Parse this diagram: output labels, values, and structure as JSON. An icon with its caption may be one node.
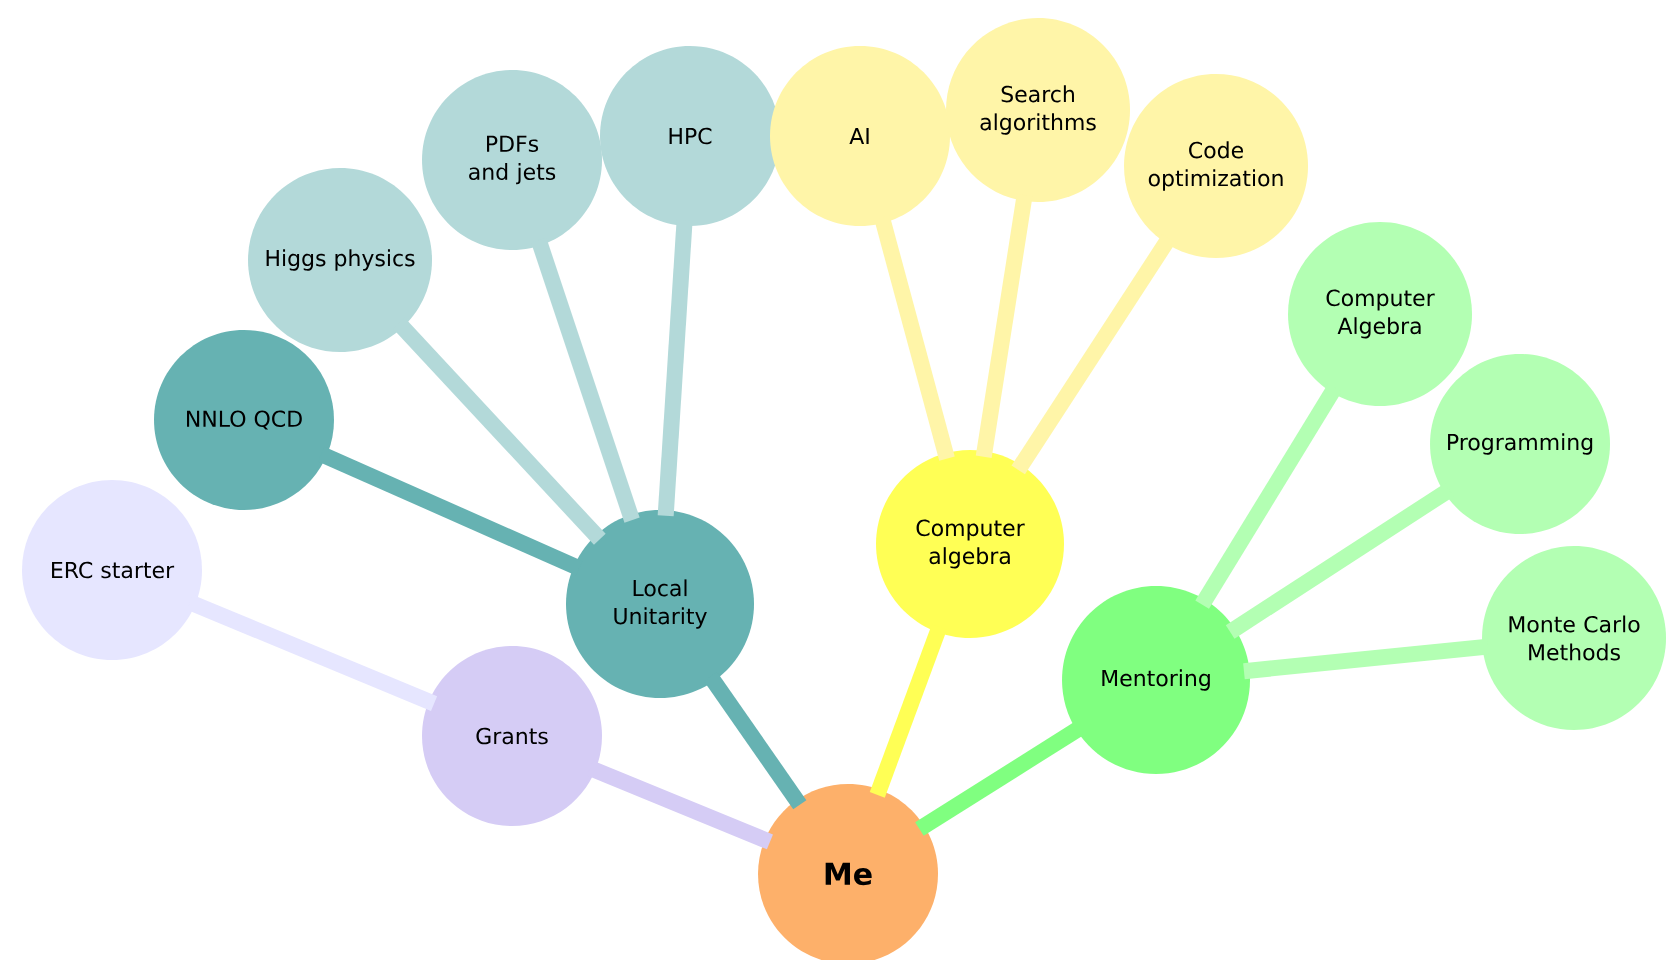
{
  "diagram": {
    "nodes": [
      {
        "text": [
          "Me"
        ]
      },
      {
        "text": [
          "Grants"
        ]
      },
      {
        "text": [
          "ERC starter"
        ]
      },
      {
        "text": [
          "Local Unitarity"
        ]
      },
      {
        "text": [
          "NNLO QCD"
        ]
      },
      {
        "text": [
          "Higgs physics"
        ]
      },
      {
        "text": [
          "PDFs and jets"
        ]
      },
      {
        "text": [
          "HPC"
        ]
      },
      {
        "text": [
          "Computer algebra"
        ]
      },
      {
        "text": [
          "AI"
        ]
      },
      {
        "text": [
          "Search algorithms"
        ]
      },
      {
        "text": [
          "Code optimization"
        ]
      },
      {
        "text": [
          "Mentoring"
        ]
      },
      {
        "text": [
          "Computer Algebra"
        ]
      },
      {
        "text": [
          "Programming"
        ]
      },
      {
        "text": [
          "Monte Carlo Methods"
        ]
      }
    ],
    "edges": [
      {
        "from": 0,
        "to": 1,
        "arrow": "none",
        "color": "#d5ccf5"
      },
      {
        "from": 1,
        "to": 2,
        "arrow": "none",
        "color": "#e6e6ff"
      },
      {
        "from": 0,
        "to": 3,
        "arrow": "none",
        "color": "#66b2b2"
      },
      {
        "from": 3,
        "to": 4,
        "arrow": "none",
        "color": "#66b2b2"
      },
      {
        "from": 3,
        "to": 5,
        "arrow": "none",
        "color": "#b3d9d9"
      },
      {
        "from": 3,
        "to": 6,
        "arrow": "none",
        "color": "#b3d9d9"
      },
      {
        "from": 3,
        "to": 7,
        "arrow": "none",
        "color": "#b3d9d9"
      },
      {
        "from": 0,
        "to": 8,
        "arrow": "none",
        "color": "#ffff55"
      },
      {
        "from": 8,
        "to": 9,
        "arrow": "none",
        "color": "#fff5a8"
      },
      {
        "from": 8,
        "to": 10,
        "arrow": "none",
        "color": "#fff5a8"
      },
      {
        "from": 8,
        "to": 11,
        "arrow": "none",
        "color": "#fff5a8"
      },
      {
        "from": 0,
        "to": 12,
        "arrow": "none",
        "color": "#80ff80"
      },
      {
        "from": 12,
        "to": 13,
        "arrow": "none",
        "color": "#b3ffb3"
      },
      {
        "from": 12,
        "to": 14,
        "arrow": "none",
        "color": "#b3ffb3"
      },
      {
        "from": 12,
        "to": 15,
        "arrow": "none",
        "color": "#b3ffb3"
      }
    ]
  }
}
